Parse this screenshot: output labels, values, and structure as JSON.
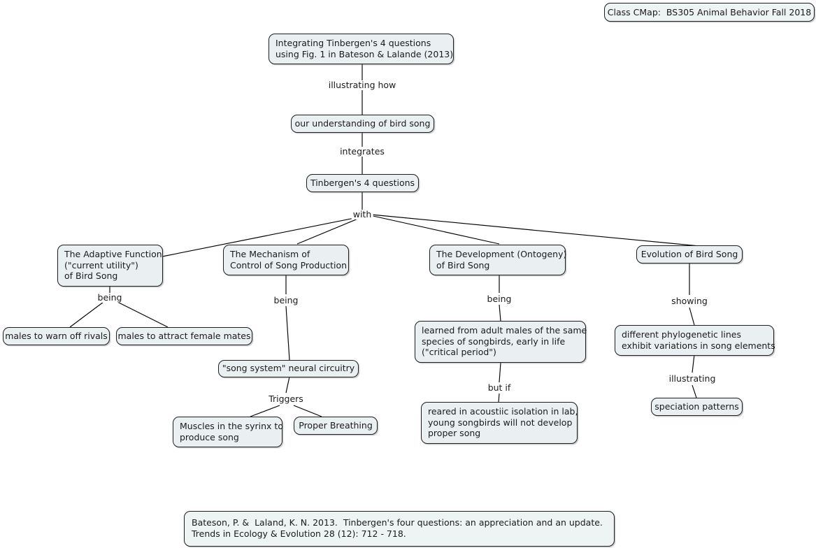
{
  "class_tag": {
    "label": "Class CMap:  BS305 Animal Behavior Fall 2018"
  },
  "colors": {
    "node_fill": "#eaf0f2",
    "node_border": "#1d1d1d",
    "canvas_background": "#ffffff",
    "text": "#1a1a1a",
    "edge_line": "#000000"
  },
  "nodes": {
    "title": "Integrating Tinbergen's 4 questions\nusing Fig. 1 in Bateson & Lalande (2013)",
    "understanding": "our understanding of bird song",
    "four_questions": "Tinbergen's 4 questions",
    "adaptive_function": "The Adaptive Function\n(\"current utility\")\nof Bird Song",
    "mechanism": "The Mechanism of\nControl of Song Production",
    "development": "The Development (Ontogeny)\nof Bird Song",
    "evolution": "Evolution of Bird Song",
    "warn_rivals": "males to warn off rivals",
    "attract_mates": "males to attract female mates",
    "song_system": "\"song system\" neural circuitry",
    "muscles_syrinx": "Muscles in the syrinx to\nproduce song",
    "proper_breathing": "Proper Breathing",
    "learned": "learned from adult males of the same\nspecies of songbirds, early in life\n(\"critical period\")",
    "reared_isolation": "reared in acoustiic isolation in lab,\nyoung songbirds will not develop\nproper song",
    "phylogenetic": "different phylogenetic lines\nexhibit variations in song elements",
    "speciation": "speciation patterns"
  },
  "link_labels": {
    "illustrating_how": "illustrating how",
    "integrates": "integrates",
    "with": "with",
    "being_adaptive": "being",
    "being_mechanism": "being",
    "being_development": "being",
    "showing": "showing",
    "triggers": "Triggers",
    "but_if": "but if",
    "illustrating": "illustrating"
  },
  "citation": {
    "text": "Bateson, P. &  Laland, K. N. 2013.  Tinbergen's four questions: an appreciation and an update.\nTrends in Ecology & Evolution 28 (12): 712 - 718."
  }
}
